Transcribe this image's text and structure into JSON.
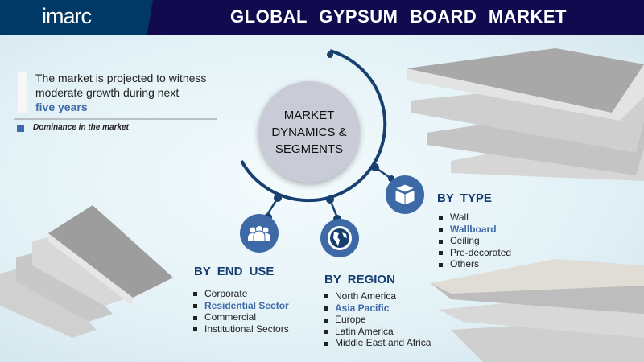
{
  "header": {
    "logo": "imarc",
    "title": "GLOBAL GYPSUM BOARD MARKET"
  },
  "projection": {
    "line1": "The market is projected to witness",
    "line2": "moderate growth during next",
    "highlight": "five years"
  },
  "legend": {
    "label": "Dominance in the market",
    "color": "#3f6aa8"
  },
  "center": {
    "line1": "MARKET",
    "line2": "DYNAMICS &",
    "line3": "SEGMENTS"
  },
  "segments": {
    "end_use": {
      "icon": "people-icon",
      "title": "BY END USE",
      "items": [
        "Corporate",
        "Residential Sector",
        "Commercial",
        "Institutional Sectors"
      ]
    },
    "region": {
      "icon": "globe-icon",
      "title": "BY REGION",
      "items": [
        "North America",
        "Asia Pacific",
        "Europe",
        "Latin America",
        "Middle East and Africa"
      ]
    },
    "type": {
      "icon": "boxes-icon",
      "title": "BY TYPE",
      "items": [
        "Wall",
        "Wallboard",
        "Ceiling",
        "Pre-decorated",
        "Others"
      ]
    }
  },
  "colors": {
    "header": "#120a4e",
    "logo_bg": "#003866",
    "accent": "#3f6aa8",
    "heading": "#173d70"
  }
}
